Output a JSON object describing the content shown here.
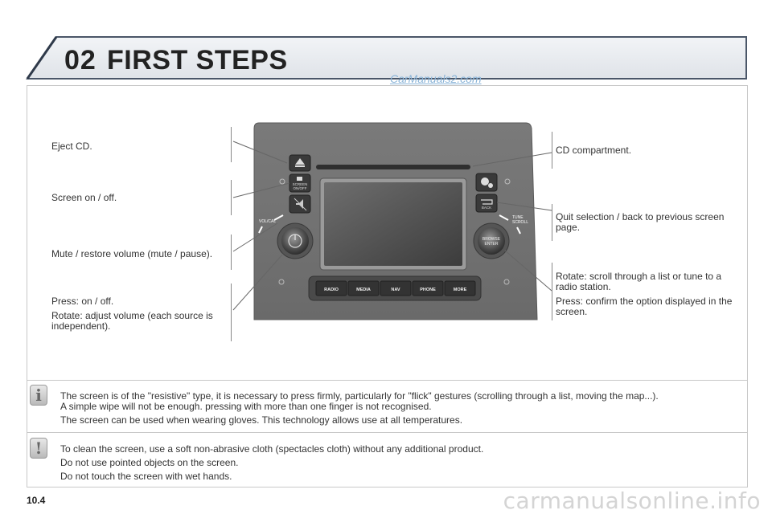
{
  "header": {
    "chapter_number": "02",
    "chapter_title": "FIRST STEPS",
    "watermark": "CarManuals2.com"
  },
  "radio_panel": {
    "buttons": {
      "screen": "SCREEN\nON/OFF",
      "back": "BACK",
      "vol": "VOL/CAL",
      "tune": "TUNE\nSCROLL",
      "browse": "BROWSE\nENTER"
    },
    "bottom_buttons": [
      "RADIO",
      "MEDIA",
      "NAV",
      "PHONE",
      "MORE"
    ]
  },
  "callouts_left": {
    "eject": "Eject CD.",
    "screen": "Screen on / off.",
    "mute": "Mute / restore volume (mute / pause).",
    "knob_press": "Press: on / off.",
    "knob_rotate": "Rotate: adjust volume (each source is independent)."
  },
  "callouts_right": {
    "cd": "CD compartment.",
    "back": "Quit selection / back to previous screen page.",
    "rotate": "Rotate: scroll through a list or tune to a radio station.",
    "press": "Press: confirm the option displayed in the screen."
  },
  "info_note": {
    "icon": "i",
    "line1": "The screen is of the \"resistive\" type, it is necessary to press firmly, particularly for \"flick\" gestures (scrolling through a list, moving the map...).",
    "line2": "A simple wipe will not be enough. pressing with more than one finger is not recognised.",
    "line3": "The screen can be used when wearing gloves. This technology allows use at all temperatures."
  },
  "warning_note": {
    "icon": "!",
    "line1": "To clean the screen, use a soft non-abrasive cloth (spectacles cloth) without any additional product.",
    "line2": "Do not use pointed objects on the screen.",
    "line3": "Do not touch the screen with wet hands."
  },
  "footer": {
    "page_number": "10.4",
    "watermark": "carmanualsonline.info"
  }
}
